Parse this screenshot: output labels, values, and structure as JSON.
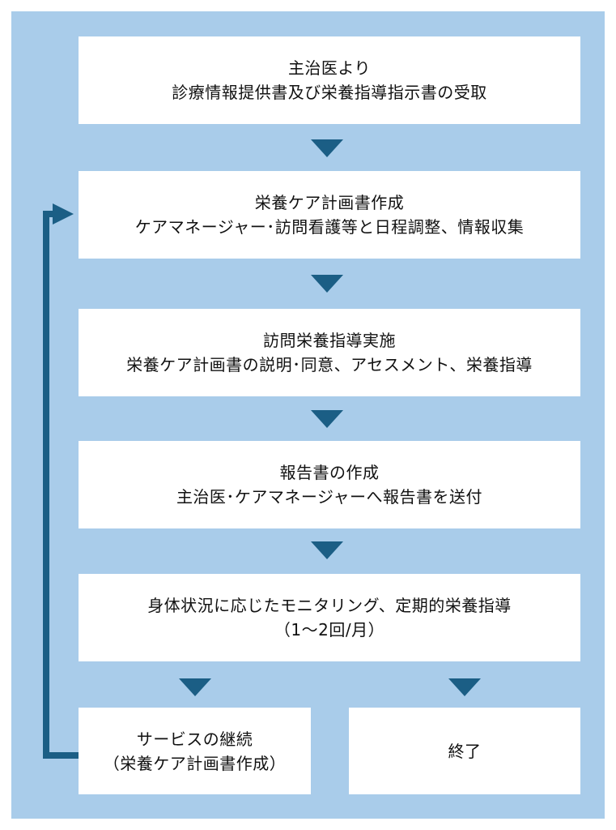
{
  "steps": [
    {
      "line1": "主治医より",
      "line2": "診療情報提供書及び栄養指導指示書の受取"
    },
    {
      "line1": "栄養ケア計画書作成",
      "line2": "ケアマネージャー･訪問看護等と日程調整、情報収集"
    },
    {
      "line1": "訪問栄養指導実施",
      "line2": "栄養ケア計画書の説明･同意、アセスメント、栄養指導"
    },
    {
      "line1": "報告書の作成",
      "line2": "主治医･ケアマネージャーへ報告書を送付"
    },
    {
      "line1": "身体状況に応じたモニタリング、定期的栄養指導",
      "line2": "（1～2回/月）"
    }
  ],
  "continue_box": {
    "line1": "サービスの継続",
    "line2": "（栄養ケア計画書作成）"
  },
  "end_box": {
    "label": "終了"
  },
  "colors": {
    "panel": "#a9ccea",
    "arrow": "#1b5e85",
    "box": "#ffffff"
  }
}
